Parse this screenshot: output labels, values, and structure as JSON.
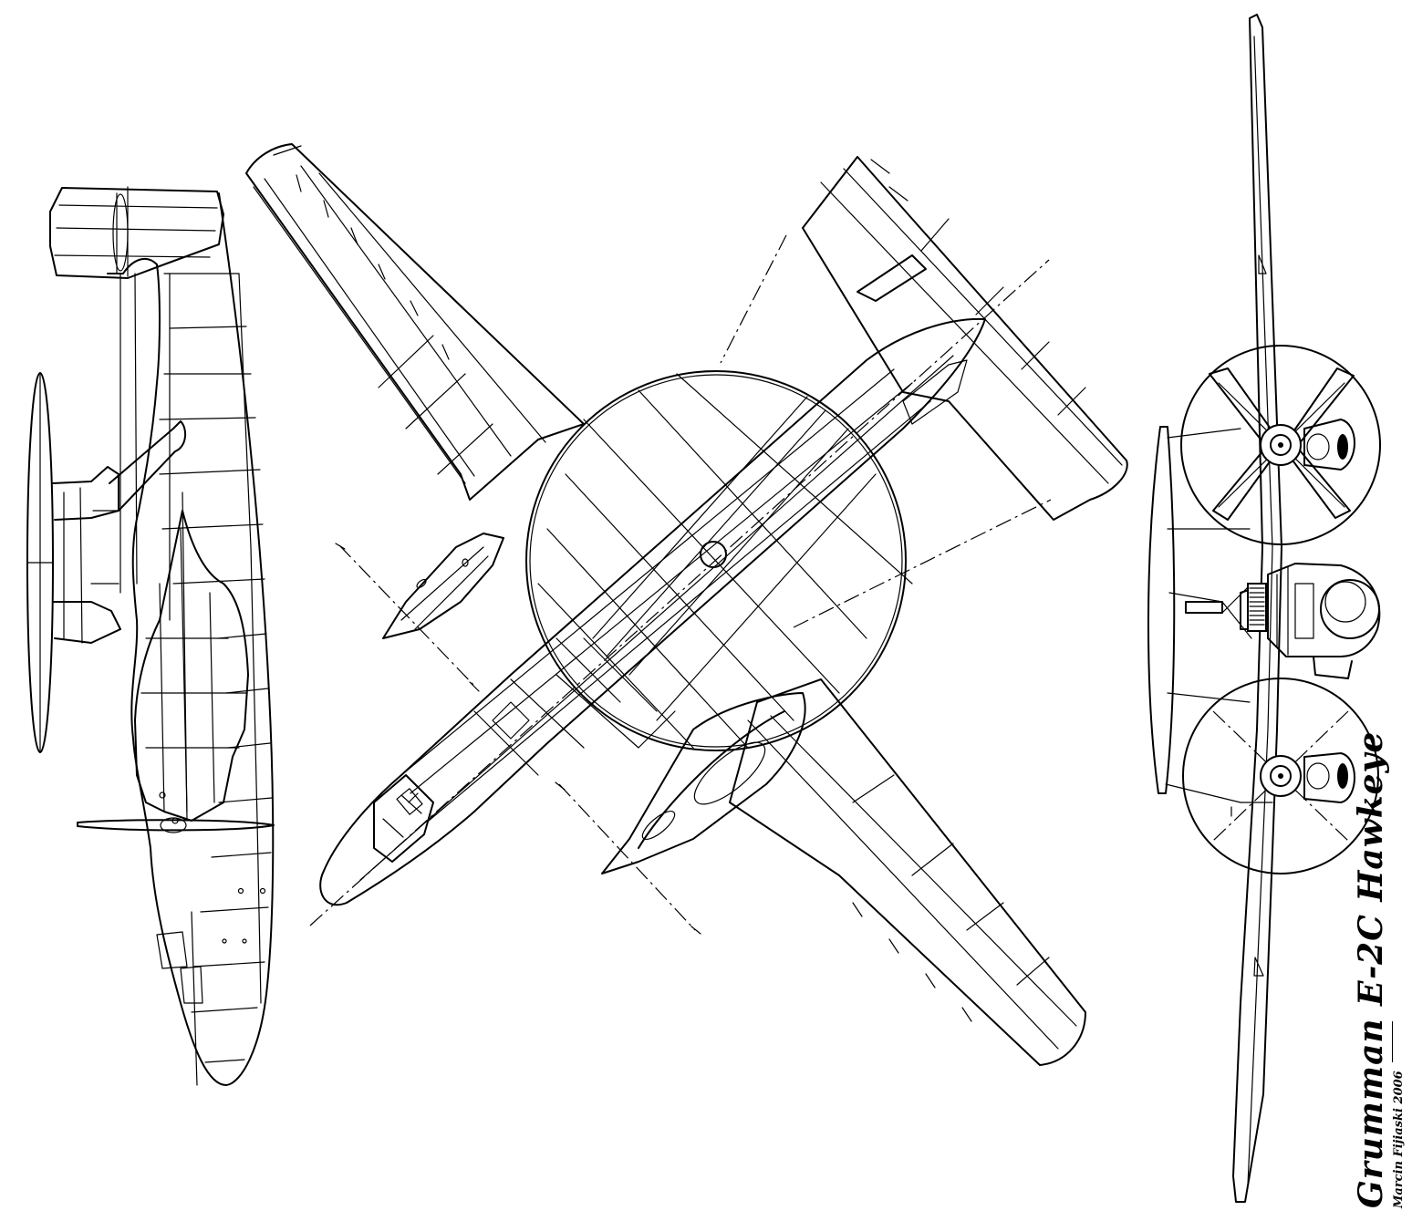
{
  "drawing": {
    "title": "Grumman E-2C Hawkeye",
    "author": "Marcin Fijiaski 2006",
    "style": "black line art on white",
    "colors": {
      "line": "#000000",
      "background": "#ffffff"
    },
    "views": [
      {
        "name": "side-view"
      },
      {
        "name": "top-view"
      },
      {
        "name": "front-view"
      }
    ]
  }
}
